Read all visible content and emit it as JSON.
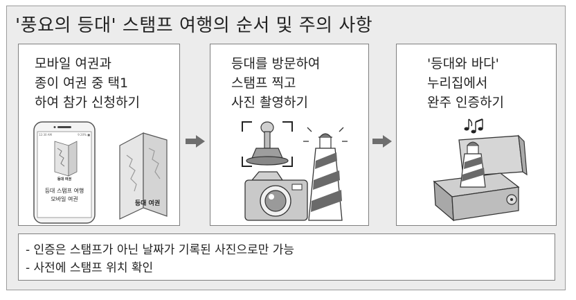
{
  "title": "'풍요의 등대' 스탬프 여행의 순서 및 주의 사항",
  "steps": [
    {
      "lines": [
        "모바일 여권과",
        "종이 여권 중 택1",
        "하여 참가 신청하기"
      ]
    },
    {
      "lines": [
        "등대를 방문하여",
        "스탬프 찍고",
        "사진 촬영하기"
      ]
    },
    {
      "lines": [
        "'등대와 바다'",
        "누리집에서",
        "완주 인증하기"
      ]
    }
  ],
  "phone": {
    "time": "12:30 AM",
    "battery": "9 20% ■",
    "label_top": "등대 여권",
    "label_line1": "등대 스탬프 여행",
    "label_line2": "모바일 여권"
  },
  "paper_passport_label": "등대 여권",
  "notes": [
    "- 인증은 스탬프가 아닌 날짜가 기록된 사진으로만 가능",
    "- 사전에 스탬프 위치 확인"
  ],
  "colors": {
    "background": "#ececec",
    "panel": "#ffffff",
    "arrow": "#6e6e6e",
    "border": "#7e7e7e"
  }
}
